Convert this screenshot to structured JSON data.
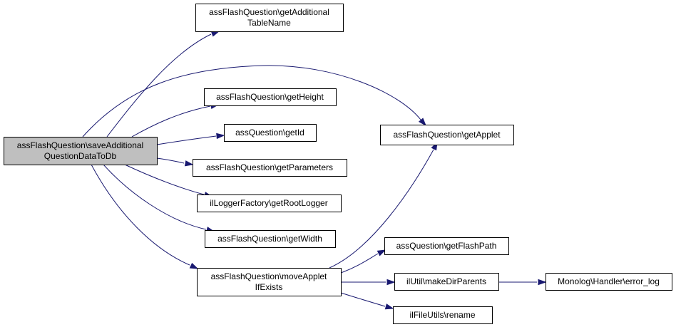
{
  "graph": {
    "nodes": {
      "root": {
        "lines": [
          "assFlashQuestion\\saveAdditional",
          "QuestionDataToDb"
        ],
        "fill": "#bfbfbf"
      },
      "getAdditionalTableName": {
        "lines": [
          "assFlashQuestion\\getAdditional",
          "TableName"
        ],
        "fill": "#ffffff"
      },
      "getHeight": {
        "lines": [
          "assFlashQuestion\\getHeight"
        ],
        "fill": "#ffffff"
      },
      "getId": {
        "lines": [
          "assQuestion\\getId"
        ],
        "fill": "#ffffff"
      },
      "getParameters": {
        "lines": [
          "assFlashQuestion\\getParameters"
        ],
        "fill": "#ffffff"
      },
      "getRootLogger": {
        "lines": [
          "ilLoggerFactory\\getRootLogger"
        ],
        "fill": "#ffffff"
      },
      "getWidth": {
        "lines": [
          "assFlashQuestion\\getWidth"
        ],
        "fill": "#ffffff"
      },
      "moveAppletIfExists": {
        "lines": [
          "assFlashQuestion\\moveApplet",
          "IfExists"
        ],
        "fill": "#ffffff"
      },
      "getApplet": {
        "lines": [
          "assFlashQuestion\\getApplet"
        ],
        "fill": "#ffffff"
      },
      "getFlashPath": {
        "lines": [
          "assQuestion\\getFlashPath"
        ],
        "fill": "#ffffff"
      },
      "makeDirParents": {
        "lines": [
          "ilUtil\\makeDirParents"
        ],
        "fill": "#ffffff"
      },
      "rename": {
        "lines": [
          "ilFileUtils\\rename"
        ],
        "fill": "#ffffff"
      },
      "error_log": {
        "lines": [
          "Monolog\\Handler\\error_log"
        ],
        "fill": "#ffffff"
      }
    },
    "edges": [
      [
        "root",
        "getAdditionalTableName"
      ],
      [
        "root",
        "getApplet"
      ],
      [
        "root",
        "getHeight"
      ],
      [
        "root",
        "getId"
      ],
      [
        "root",
        "getParameters"
      ],
      [
        "root",
        "getRootLogger"
      ],
      [
        "root",
        "getWidth"
      ],
      [
        "root",
        "moveAppletIfExists"
      ],
      [
        "moveAppletIfExists",
        "getApplet"
      ],
      [
        "moveAppletIfExists",
        "getFlashPath"
      ],
      [
        "moveAppletIfExists",
        "makeDirParents"
      ],
      [
        "moveAppletIfExists",
        "rename"
      ],
      [
        "makeDirParents",
        "error_log"
      ]
    ],
    "colors": {
      "edge": "#191970",
      "border": "#000000",
      "highlight": "#bfbfbf",
      "background": "#ffffff"
    }
  }
}
